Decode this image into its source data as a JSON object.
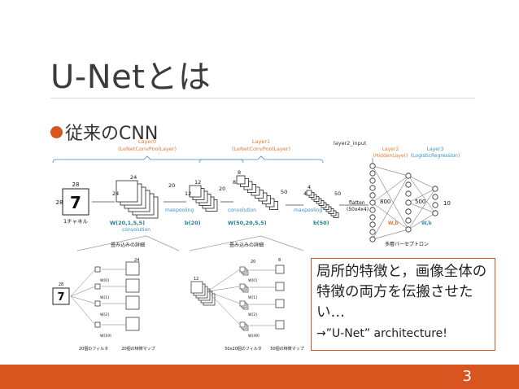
{
  "slide": {
    "title": "U-Netとは",
    "bullet": "従来のCNN",
    "callout_main": "局所的特徴と，画像全体の特徴の両方を伝搬させたい…",
    "callout_sub": "→”U-Net” architecture!",
    "page_number": "3"
  },
  "figure": {
    "layer0_title": "Layer0",
    "layer0_sub": "(LeNetConvPoolLayer)",
    "layer1_title": "Layer1",
    "layer1_sub": "(LeNetConvPoolLayer)",
    "layer2_input": "layer2_input",
    "layer2_title": "Layer2",
    "layer2_sub": "(HiddenLayer)",
    "layer3_title": "Layer3",
    "layer3_sub": "(LogisticRegression)",
    "in_w": "28",
    "in_h": "28",
    "channel": "1チャネル",
    "c1_d": "24",
    "c1_h": "24",
    "c1_n": "20",
    "p1_d": "12",
    "p1_h": "12",
    "p1_n": "20",
    "c2_d": "8",
    "c2_h": "8",
    "c2_n": "50",
    "p2_d": "4",
    "p2_h": "4",
    "p2_n": "50",
    "conv_label_1": "convolution",
    "pool_label_1": "maxpooling",
    "conv_label_2": "convolution",
    "pool_label_2": "maxpooling",
    "w0": "W(20,1,5,5)",
    "b0": "b(20)",
    "w1": "W(50,20,5,5)",
    "b1": "b(50)",
    "flatten": "flatten",
    "flatten_shape": "(50x4x4)",
    "n800": "800",
    "n500": "500",
    "n10": "10",
    "wb2": "W,b",
    "wb3": "W,b",
    "mlp": "多層パーセプトロン",
    "detail_1": "畳み込みの詳細",
    "detail_2": "畳み込みの詳細",
    "d1_filter": "20個のフィルタ",
    "d1_map": "20個の特徴マップ",
    "d2_filter": "50x20個のフィルタ",
    "d2_map": "50個の特徴マップ",
    "d1_size": "24",
    "d2_size": "20",
    "d2_size2": "8",
    "d1_in": "28",
    "d2_in": "12",
    "w_l1": "W[0]",
    "w_l2": "W[1]",
    "w_l3": "W[2]",
    "w_l4": "W[19]",
    "w_r1": "W[0]",
    "w_r2": "W[1]",
    "w_r3": "W[2]",
    "w_r4": "W[49]"
  },
  "colors": {
    "accent": "#d9551f",
    "figure_orange": "#e07b39",
    "figure_blue": "#3a8fc7",
    "figure_teal": "#1e7f8e"
  }
}
